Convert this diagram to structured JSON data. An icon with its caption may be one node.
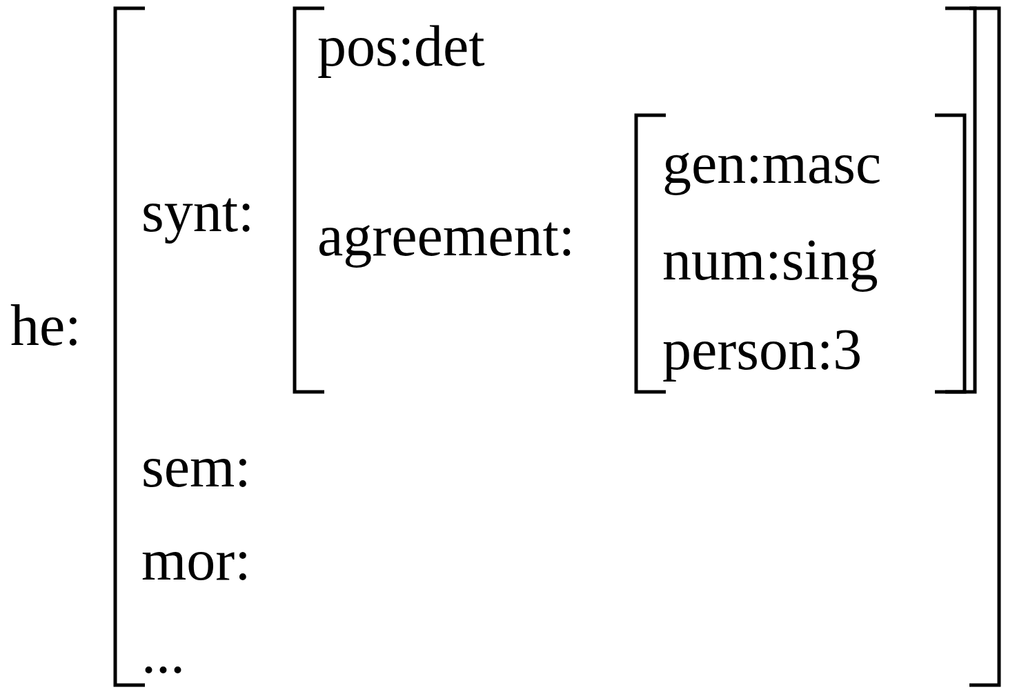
{
  "diagram": {
    "nodes": [
      {
        "text": [
          "synt:",
          "sem:",
          "mor:",
          "..."
        ],
        "beside": [
          "he:"
        ]
      },
      {
        "text": [
          "pos:det",
          "agreement:"
        ],
        "in": 0
      },
      {
        "text": [
          "gen:masc",
          "num:sing",
          "person:3"
        ],
        "in": 1
      }
    ]
  }
}
